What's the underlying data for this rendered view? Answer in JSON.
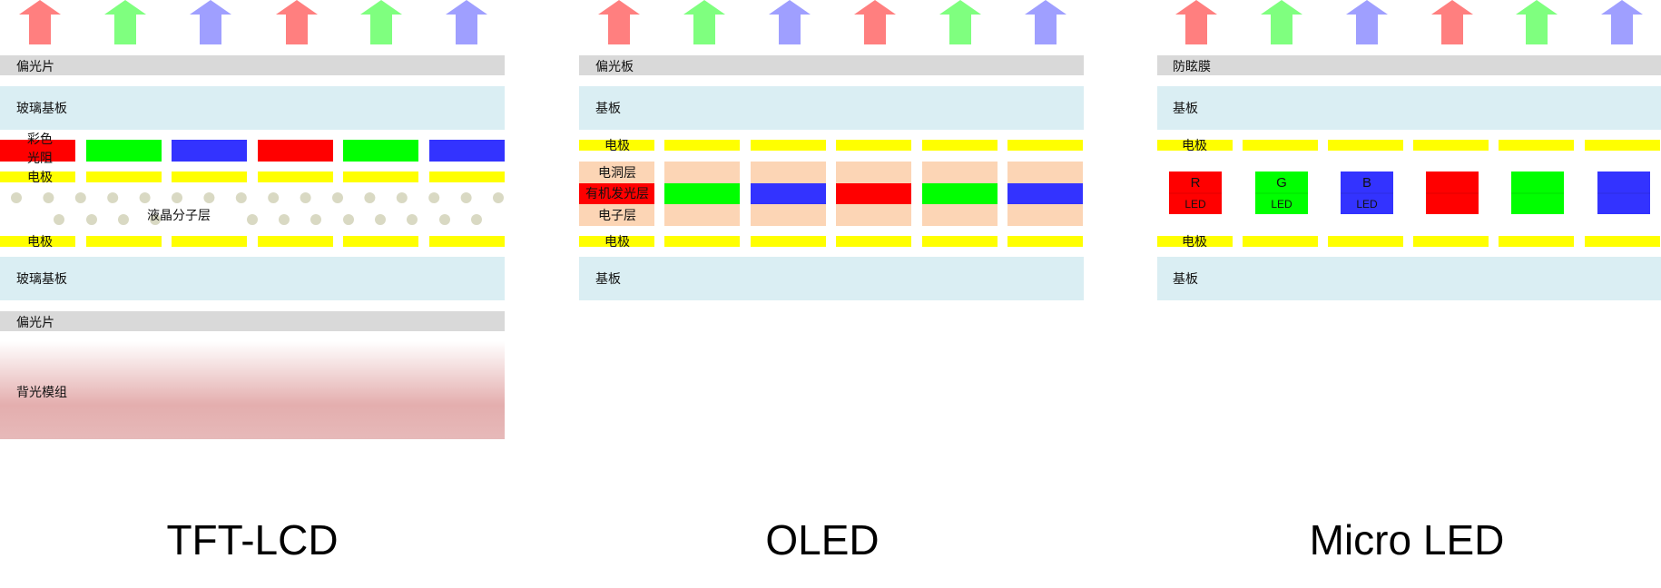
{
  "colors": {
    "red": "#ff0000",
    "green": "#00ff00",
    "blue": "#3333ff",
    "yellow": "#ffff00",
    "gray": "#d9d9d9",
    "glass": "#daeef3",
    "peach": "#fcd5b5",
    "dot": "#d9d9c3",
    "arrow_red": "#ff7f7f",
    "arrow_green": "#7fff7f",
    "arrow_blue": "#9f9fff"
  },
  "panels": {
    "lcd": {
      "caption": "TFT-LCD",
      "polarizer_top": "偏光片",
      "glass_top": "玻璃基板",
      "color_filter": "彩色光阻",
      "electrode_top": "电极",
      "liquid_crystal": "液晶分子层",
      "electrode_bottom": "电极",
      "glass_bottom": "玻璃基板",
      "polarizer_bottom": "偏光片",
      "backlight": "背光模组"
    },
    "oled": {
      "caption": "OLED",
      "polarizer": "偏光板",
      "substrate_top": "基板",
      "electrode_top": "电极",
      "hole_layer": "电洞层",
      "emissive_layer": "有机发光层",
      "electron_layer": "电子层",
      "electrode_bottom": "电极",
      "substrate_bottom": "基板"
    },
    "micro": {
      "caption": "Micro LED",
      "anti_glare": "防眩膜",
      "substrate_top": "基板",
      "electrode_top": "电极",
      "led_letters": [
        "R",
        "G",
        "B"
      ],
      "led_label": "LED",
      "electrode_bottom": "电极",
      "substrate_bottom": "基板"
    }
  }
}
